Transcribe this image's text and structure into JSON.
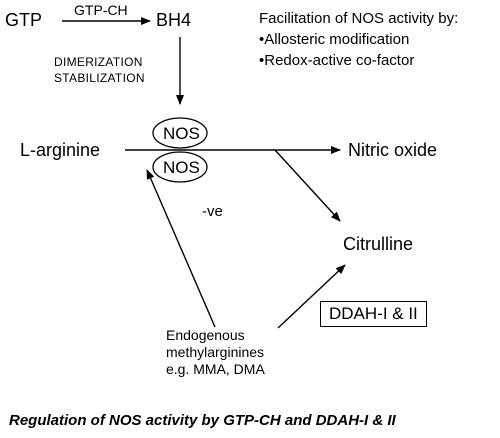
{
  "title": "",
  "nodes": {
    "gtp": "GTP",
    "gtp_ch": "GTP-CH",
    "bh4": "BH4",
    "dimerization": "DIMERIZATION",
    "stabilization": "STABILIZATION",
    "nos_top": "NOS",
    "nos_bottom": "NOS",
    "l_arginine": "L-arginine",
    "nitric_oxide": "Nitric oxide",
    "neg": "-ve",
    "citrulline": "Citrulline",
    "ddah": "DDAH-I & II",
    "endogenous": [
      "Endogenous",
      "methylarginines",
      "e.g. MMA, DMA"
    ]
  },
  "facilitation": {
    "heading": "Facilitation of NOS activity by:",
    "items": [
      "•Allosteric modification",
      "•Redox-active co-factor"
    ]
  },
  "caption": "Regulation of NOS activity by GTP-CH and DDAH-I & II"
}
